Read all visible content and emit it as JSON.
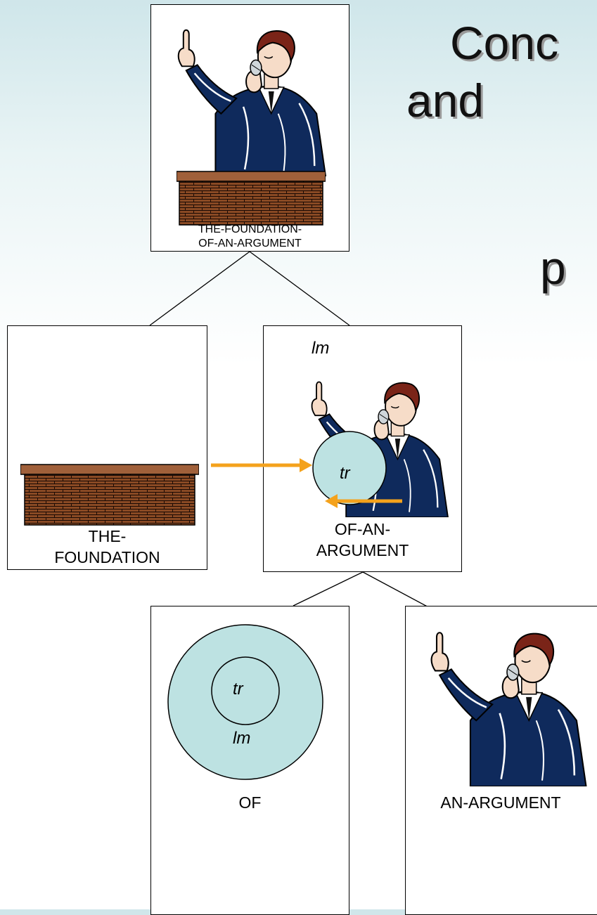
{
  "title": {
    "line1": "Conc",
    "line2": "and",
    "line3": "p"
  },
  "diagram": {
    "top_node": {
      "label_line1": "THE-FOUNDATION-",
      "label_line2": "OF-AN-ARGUMENT"
    },
    "foundation_node": {
      "label_line1": "THE-",
      "label_line2": "FOUNDATION"
    },
    "of_an_argument_node": {
      "landmark": "lm",
      "trajector": "tr",
      "label_line1": "OF-AN-",
      "label_line2": "ARGUMENT"
    },
    "of_node": {
      "trajector": "tr",
      "landmark": "lm",
      "label": "OF"
    },
    "an_argument_node": {
      "label": "AN-ARGUMENT"
    }
  },
  "colors": {
    "arrow": "#f4a21c",
    "circle_fill": "#bde2e2",
    "suit": "#0f2a5c",
    "hair": "#7a2418",
    "brick": "#8a4a24",
    "podium_top": "#a0603a"
  },
  "icons": [
    "speaker-icon",
    "podium-icon"
  ]
}
